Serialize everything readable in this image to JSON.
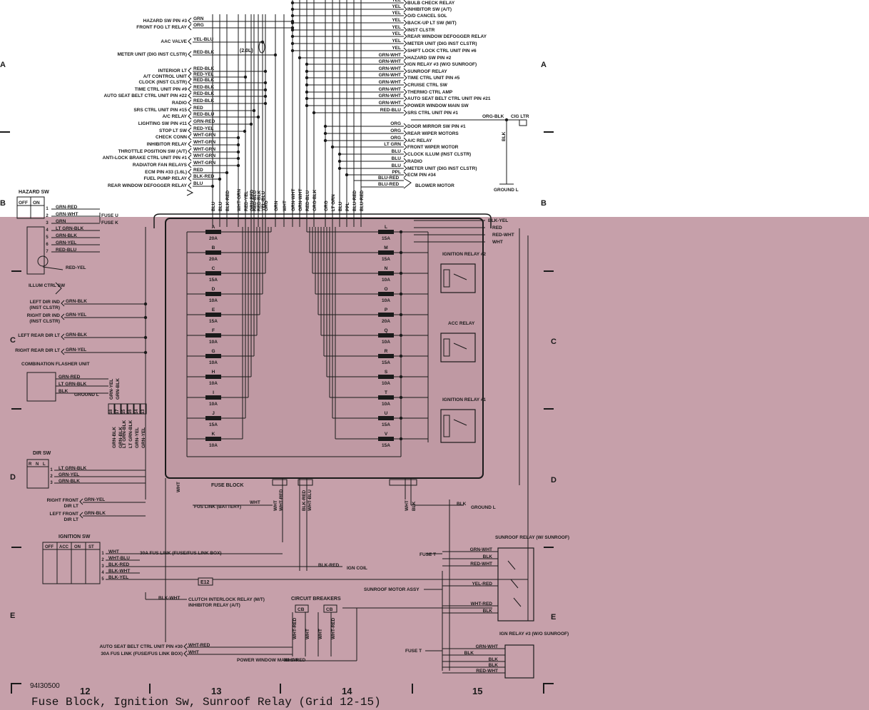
{
  "caption": "Fuse Block, Ignition Sw, Sunroof Relay (Grid 12-15)",
  "doc_id": "94I30500",
  "colors": {
    "overlay": "#c6a0aa",
    "fuseblock": "#bf99a3",
    "wire": "#1a1a1a"
  },
  "grid": {
    "columns": [
      "12",
      "13",
      "14",
      "15"
    ],
    "rows": [
      "A",
      "B",
      "C",
      "D",
      "E"
    ]
  },
  "top_left_labels": [
    {
      "label": "HAZARD SW PIN #3",
      "wire": "GRN"
    },
    {
      "label": "FRONT FOG LT RELAY",
      "wire": "ORG"
    },
    {
      "label": "AAC VALVE",
      "wire": "YEL-BLU"
    },
    {
      "label": "METER UNIT (DIG INST CLSTR)",
      "wire": "RED-BLK"
    },
    {
      "label": "INTERIOR LT",
      "wire": "RED-BLK"
    },
    {
      "label": "A/T CONTROL UNIT",
      "wire": "RED-YEL"
    },
    {
      "label": "CLOCK (INST CLSTR)",
      "wire": "RED-BLK"
    },
    {
      "label": "TIME CTRL UNIT PIN #9",
      "wire": "RED-BLK"
    },
    {
      "label": "AUTO SEAT BELT CTRL UNIT PIN #22",
      "wire": "RED-BLK"
    },
    {
      "label": "RADIO",
      "wire": "RED-BLK"
    },
    {
      "label": "SRS CTRL UNIT PIN #15",
      "wire": "RED"
    },
    {
      "label": "A/C RELAY",
      "wire": "RED-BLU"
    },
    {
      "label": "LIGHTING SW PIN #11",
      "wire": "GRN-RED"
    },
    {
      "label": "STOP LT SW",
      "wire": "RED-YEL"
    },
    {
      "label": "CHECK CONN",
      "wire": "WHT-GRN"
    },
    {
      "label": "INHIBITOR RELAY",
      "wire": "WHT-GRN"
    },
    {
      "label": "THROTTLE POSITION SW (A/T)",
      "wire": "WHT-GRN"
    },
    {
      "label": "ANTI-LOCK BRAKE CTRL UNIT PIN #1",
      "wire": "WHT-GRN"
    },
    {
      "label": "RADIATOR FAN RELAYS",
      "wire": "WHT-GRN"
    },
    {
      "label": "ECM PIN #33 (1.6L)",
      "wire": "RED"
    },
    {
      "label": "FUEL PUMP RELAY",
      "wire": "BLK-RED"
    },
    {
      "label": "REAR WINDOW DEFOGGER RELAY",
      "wire": "BLU"
    }
  ],
  "aac_note": "(2.0L)",
  "top_right_labels": [
    {
      "label": "BULB CHECK RELAY",
      "wire": "YEL"
    },
    {
      "label": "INHIBITOR SW (A/T)",
      "wire": "YEL"
    },
    {
      "label": "O/D CANCEL SOL",
      "wire": "YEL"
    },
    {
      "label": "BACK-UP LT SW (M/T)",
      "wire": "YEL"
    },
    {
      "label": "INST CLSTR",
      "wire": "YEL"
    },
    {
      "label": "REAR WINDOW DEFOGGER RELAY",
      "wire": "YEL"
    },
    {
      "label": "METER UNIT (DIG INST CLSTR)",
      "wire": "YEL"
    },
    {
      "label": "SHIFT LOCK CTRL UNIT PIN #6",
      "wire": "YEL"
    },
    {
      "label": "HAZARD SW PIN #2",
      "wire": "GRN-WHT"
    },
    {
      "label": "IGN RELAY #3 (W/O SUNROOF)",
      "wire": "GRN-WHT"
    },
    {
      "label": "SUNROOF RELAY",
      "wire": "GRN-WHT"
    },
    {
      "label": "TIME CTRL UNIT PIN #5",
      "wire": "GRN-WHT"
    },
    {
      "label": "CRUISE CTRL SW",
      "wire": "GRN-WHT"
    },
    {
      "label": "THERMO CTRL AMP",
      "wire": "GRN-WHT"
    },
    {
      "label": "AUTO SEAT BELT CTRL UNIT PIN #21",
      "wire": "GRN-WHT"
    },
    {
      "label": "POWER WINDOW MAIN SW",
      "wire": "GRN-WHT"
    },
    {
      "label": "SRS CTRL UNIT PIN #1",
      "wire": "RED-BLU"
    },
    {
      "label": "DOOR MIRROR SW PIN #1",
      "wire": "ORG"
    },
    {
      "label": "REAR WIPER MOTORS",
      "wire": "ORG"
    },
    {
      "label": "A/C RELAY",
      "wire": "ORG"
    },
    {
      "label": "FRONT WIPER MOTOR",
      "wire": "LT GRN"
    },
    {
      "label": "CLOCK ILLUM (INST CLSTR)",
      "wire": "BLU"
    },
    {
      "label": "RADIO",
      "wire": "BLU"
    },
    {
      "label": "METER UNIT (DIG INST CLSTR)",
      "wire": "BLU"
    },
    {
      "label": "ECM PIN #34",
      "wire": "PPL"
    }
  ],
  "blower": {
    "label": "BLOWER MOTOR",
    "wires": [
      "BLU-RED",
      "BLU-RED"
    ]
  },
  "cig": {
    "label": "CIG LTR",
    "wire": "ORG-BLK",
    "gnd_wire": "BLK",
    "ground": "GROUND L"
  },
  "vertical_wire_labels": [
    "BLU",
    "BLU",
    "BLK-RED",
    "WHT-GRN",
    "RED-YEL",
    "GRN-RED",
    "RED-BLU",
    "RED-BLK",
    "YEL-BLU",
    "ORG",
    "GRN",
    "WHT",
    "GRN-WHT",
    "GRN-WHT",
    "RED-BLU",
    "ORG-BLK",
    "ORG",
    "LT GRN",
    "BLU",
    "PPL",
    "BLU-RED",
    "BLU-RED"
  ],
  "hazard_sw": {
    "title": "HAZARD SW",
    "head": [
      "OFF",
      "ON"
    ],
    "pins": [
      "1",
      "2",
      "3",
      "4",
      "5",
      "6",
      "7"
    ],
    "wires": [
      "GRN-RED",
      "GRN-WHT",
      "GRN",
      "LT GRN-BLK",
      "GRN-BLK",
      "GRN-YEL",
      "RED-BLU",
      "RED-YEL"
    ],
    "fuse_u": "FUSE U",
    "fuse_k": "FUSE K"
  },
  "illum": "ILLUM CTRL SW",
  "left_items": [
    {
      "label": "LEFT DIR IND (INST CLSTR)",
      "wire": "GRN-BLK"
    },
    {
      "label": "RIGHT DIR IND (INST CLSTR)",
      "wire": "GRN-YEL"
    },
    {
      "label": "LEFT REAR DIR LT",
      "wire": "GRN-BLK"
    },
    {
      "label": "RIGHT REAR DIR LT",
      "wire": "GRN-YEL"
    }
  ],
  "flasher": {
    "label": "COMBINATION FLASHER UNIT",
    "wires": [
      "GRN-RED",
      "LT GRN-BLK",
      "BLK"
    ],
    "ground": "GROUND L"
  },
  "connector_pins": [
    "18",
    "17",
    "15",
    "16",
    "14",
    "13"
  ],
  "vertical_left_wires": [
    "GRN-YEL",
    "GRN-BLK",
    "LT GRN-BLK",
    "LT GRN-BLK",
    "GRN-YEL",
    "GRN-YEL",
    "GRN-BLK",
    "GRN-BLK"
  ],
  "dir_sw": {
    "title": "DIR SW",
    "head": [
      "R",
      "N",
      "L"
    ],
    "pins": [
      "1",
      "2",
      "3"
    ],
    "wires": [
      "LT GRN-BLK",
      "GRN-YEL",
      "GRN-BLK"
    ]
  },
  "front_items": [
    {
      "label": "RIGHT FRONT DIR LT",
      "wire": "GRN-YEL"
    },
    {
      "label": "LEFT FRONT DIR LT",
      "wire": "GRN-BLK"
    }
  ],
  "fuses_left": [
    {
      "letter": "A",
      "amps": "20A"
    },
    {
      "letter": "B",
      "amps": "20A"
    },
    {
      "letter": "C",
      "amps": "15A"
    },
    {
      "letter": "D",
      "amps": "10A"
    },
    {
      "letter": "E",
      "amps": "15A"
    },
    {
      "letter": "F",
      "amps": "10A"
    },
    {
      "letter": "G",
      "amps": "10A"
    },
    {
      "letter": "H",
      "amps": "10A"
    },
    {
      "letter": "I",
      "amps": "10A"
    },
    {
      "letter": "J",
      "amps": "15A"
    },
    {
      "letter": "K",
      "amps": "10A"
    }
  ],
  "fuses_right": [
    {
      "letter": "L",
      "amps": "15A"
    },
    {
      "letter": "M",
      "amps": "15A"
    },
    {
      "letter": "N",
      "amps": "10A"
    },
    {
      "letter": "O",
      "amps": "10A"
    },
    {
      "letter": "P",
      "amps": "20A"
    },
    {
      "letter": "Q",
      "amps": "10A"
    },
    {
      "letter": "R",
      "amps": "15A"
    },
    {
      "letter": "S",
      "amps": "10A"
    },
    {
      "letter": "T",
      "amps": "10A"
    },
    {
      "letter": "U",
      "amps": "15A"
    },
    {
      "letter": "V",
      "amps": "15A"
    }
  ],
  "fuse_block_label": "FUSE BLOCK",
  "relays": {
    "ign2": "IGNITION RELAY #2",
    "acc": "ACC RELAY",
    "ign1": "IGNITION RELAY #1"
  },
  "right_wires": [
    "BLK-YEL",
    "RED",
    "RED-WHT",
    "WHT"
  ],
  "fus_link_battery": {
    "label": "FUS LINK (BATTERY)",
    "wire": "WHT"
  },
  "lower_vertical": [
    "WHT",
    "WHT",
    "WHT-RED",
    "BLK-RED",
    "WHT-BLU",
    "WHT",
    "BLK"
  ],
  "ground_mid": {
    "wire": "BLK",
    "label": "GROUND L"
  },
  "ignition_sw": {
    "title": "IGNITION SW",
    "head": [
      "OFF",
      "ACC",
      "ON",
      "ST"
    ],
    "pins": [
      "1",
      "2",
      "3",
      "4",
      "5"
    ],
    "wires": [
      "WHT",
      "WHT-BLU",
      "BLK-RED",
      "BLK-WHT",
      "BLK-YEL"
    ],
    "fus_link": "30A FUS LINK (FUSE/FUS LINK BOX)"
  },
  "ign_coil": {
    "wire": "BLK-RED",
    "label": "IGN COIL"
  },
  "e12": "E12",
  "clutch": {
    "wire": "BLK-WHT",
    "label1": "CLUTCH INTERLOCK RELAY (M/T)",
    "label2": "INHIBITOR RELAY (A/T)"
  },
  "circuit_breakers": {
    "title": "CIRCUIT BREAKERS",
    "cb": "CB",
    "wires": [
      "WHT-RED",
      "WHT",
      "WHT",
      "WHT-RED"
    ]
  },
  "bottom_left": [
    {
      "label": "AUTO SEAT BELT CTRL UNIT PIN #30",
      "wire": "WHT-RED"
    },
    {
      "label": "30A FUS LINK (FUSE/FUS LINK BOX)",
      "wire": "WHT"
    }
  ],
  "power_window": {
    "label": "POWER WINDOW MAIN SW",
    "wire": "WHT-RED"
  },
  "sunroof_relay": {
    "title": "SUNROOF RELAY (W/ SUNROOF)",
    "fuse": "FUSE T",
    "wires": [
      "GRN-WHT",
      "BLK",
      "RED-WHT",
      "YEL-RED",
      "WHT-RED",
      "BLK"
    ],
    "motor": "SUNROOF MOTOR ASSY"
  },
  "ign_relay3": {
    "title": "IGN RELAY #3 (W/O SUNROOF)",
    "fuse": "FUSE T",
    "wires": [
      "GRN-WHT",
      "BLK",
      "BLK",
      "BLK",
      "RED-WHT"
    ]
  }
}
